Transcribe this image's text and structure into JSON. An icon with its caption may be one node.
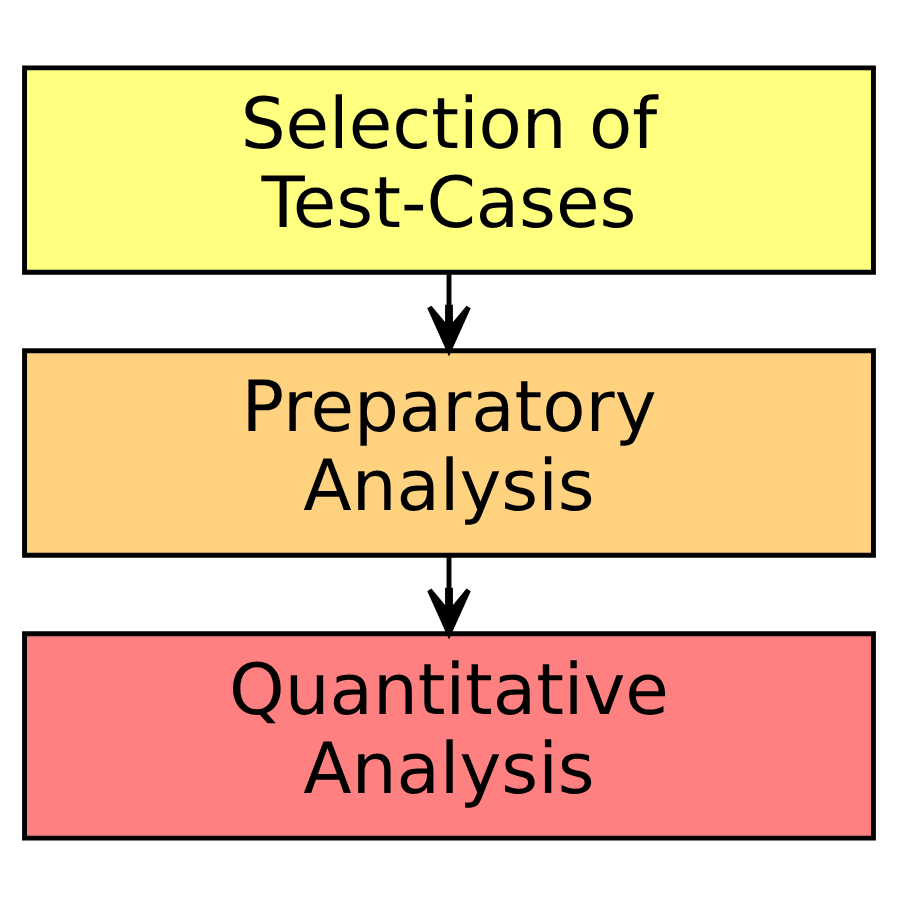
{
  "diagram": {
    "nodes": [
      {
        "text": [
          "Selection of Test-Cases"
        ]
      },
      {
        "text": [
          "Preparatory Analysis"
        ]
      },
      {
        "text": [
          "Quantitative Analysis"
        ]
      }
    ],
    "edges": [
      {
        "from": 0,
        "to": 1,
        "arrow": "to"
      },
      {
        "from": 1,
        "to": 2,
        "arrow": "to"
      }
    ]
  }
}
